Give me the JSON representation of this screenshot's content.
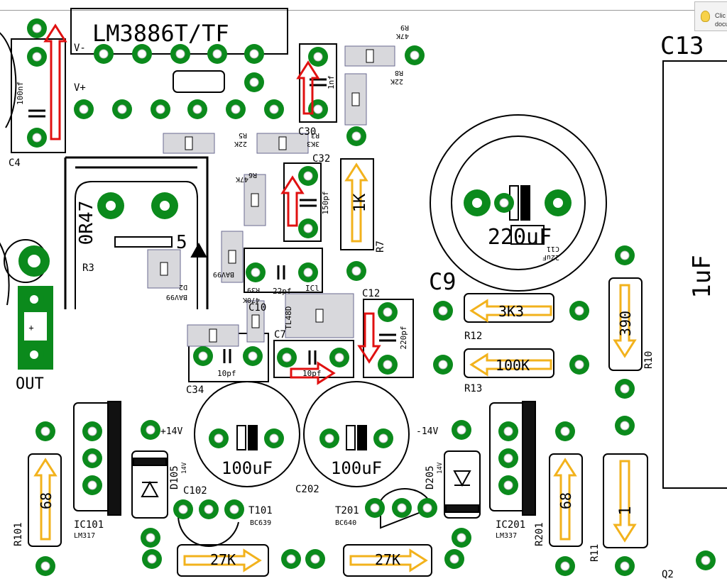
{
  "tooltip": {
    "line1": "Clic",
    "line2": "docu",
    "icon": "lightbulb-icon"
  },
  "colors": {
    "pad": "#0b8a1c",
    "arrow_red": "#e01010",
    "arrow_yellow": "#f2b21c",
    "silk": "#000000"
  },
  "chip": {
    "title": "LM3886T/TF",
    "v_minus": "V-",
    "v_plus": "V+"
  },
  "labels": {
    "c4": "C4",
    "c4_val": "100nf",
    "c13": "C13",
    "c13_val": "1uF",
    "r3": "R3",
    "r3_val": "0R47",
    "five": "5",
    "c30": "C30",
    "c30_val": "1nf",
    "c32": "C32",
    "c32_val": "150pf",
    "r7": "R7",
    "r7_val": "1K",
    "c220": "220uF",
    "c9": "C9",
    "r12": "R12",
    "r12_val": "3K3",
    "r13": "R13",
    "r13_val": "100K",
    "r10": "R10",
    "r10_val": "390",
    "c10": "C10",
    "c12": "C12",
    "c12_val": "220pf",
    "c22": "22pf",
    "c7": "C7",
    "c7_val": "10pf",
    "c34": "C34",
    "c34_val": "10pf",
    "ic": "ICl",
    "tl": "TL48D",
    "out": "OUT",
    "plus": "+",
    "c100a": "100uF",
    "c100b": "100uF",
    "c202": "C202",
    "p14": "+14V",
    "m14": "-14V",
    "d105": "D105",
    "d105v": "14V",
    "d205": "D205",
    "d205v": "14V",
    "c102": "C102",
    "t101": "T101",
    "t101p": "BC639",
    "t201": "T201",
    "t201p": "BC640",
    "r101": "R101",
    "r101_val": "68",
    "r201": "R201",
    "r201_val": "68",
    "ic101": "IC101",
    "ic101p": "LM317",
    "ic201": "IC201",
    "ic201p": "LM337",
    "r11": "R11",
    "r11_val": "1",
    "r_bot_val": "27K",
    "q2": "Q2"
  },
  "mirror": {
    "r9": "R9",
    "r9v": "47K",
    "r8": "R8",
    "r8v": "22K",
    "r5": "R5",
    "r5v": "22K",
    "r3a": "R3",
    "r3av": "3K3",
    "r6": "R6",
    "r6v": "47K",
    "r39": "R39",
    "r39v": "470K",
    "d2": "D2",
    "d2v": "BAV99",
    "d1v": "BAV99",
    "c11": "C11",
    "c11v": "22uF"
  }
}
